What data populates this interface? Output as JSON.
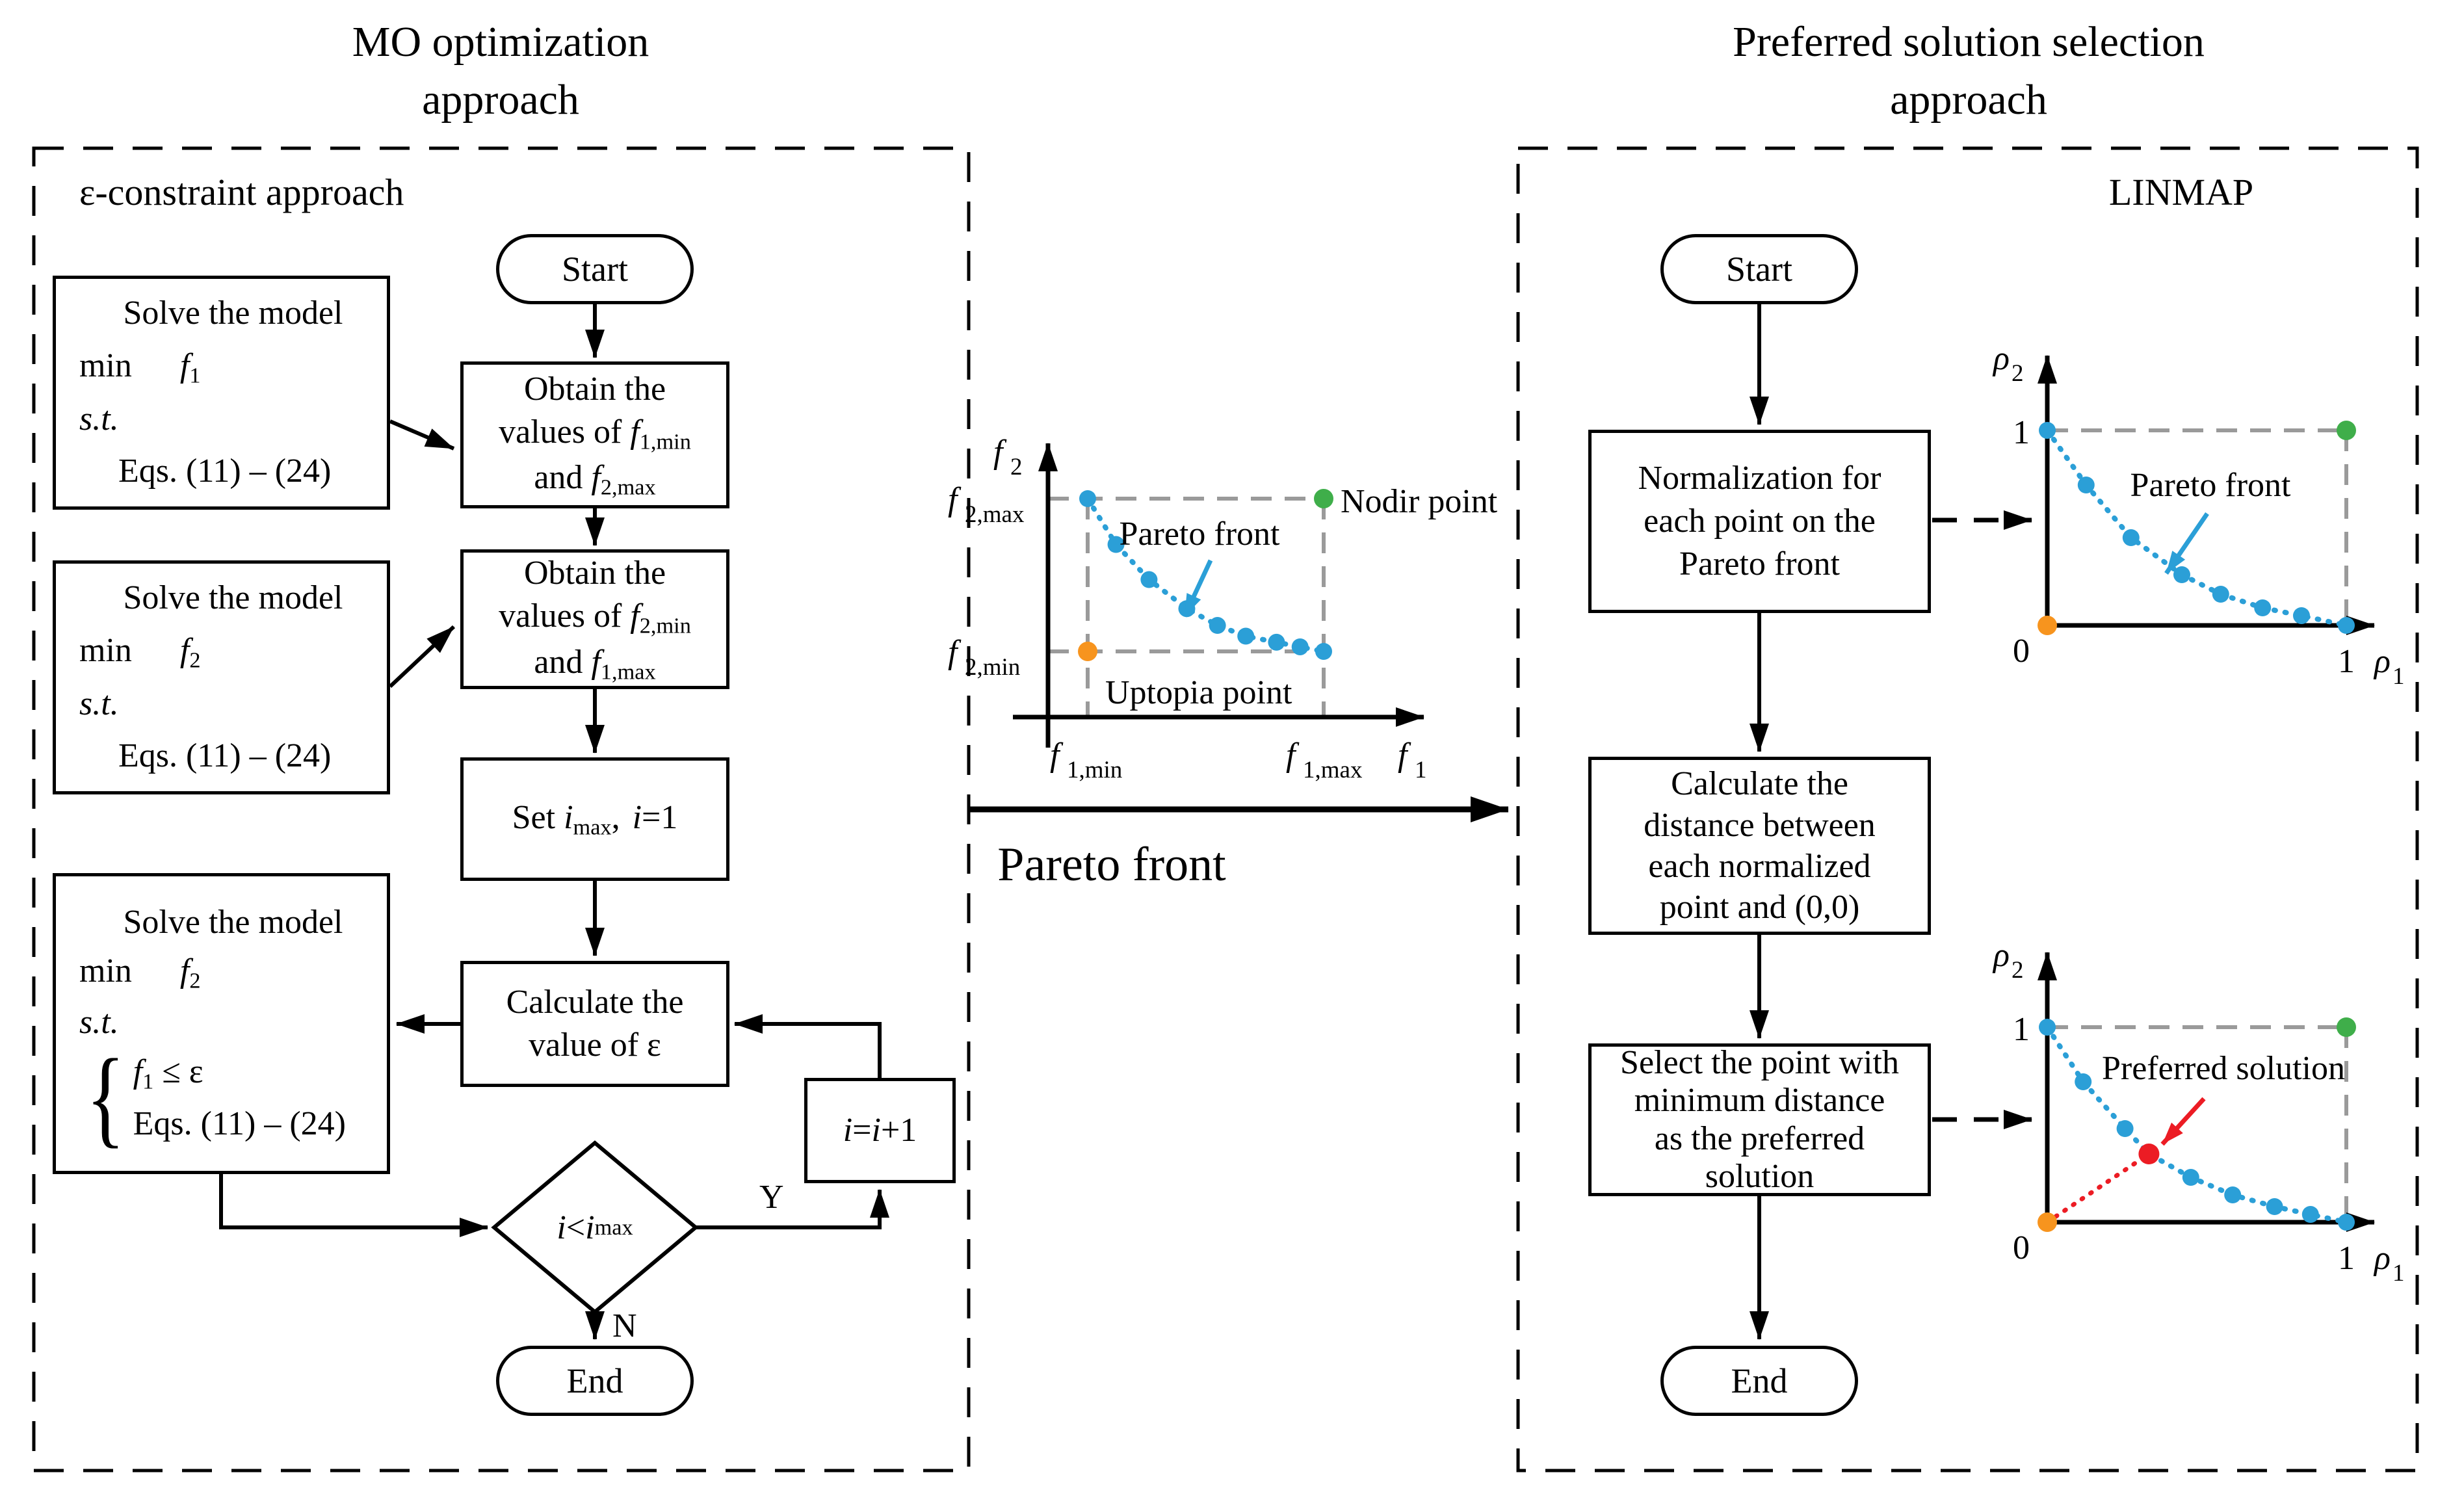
{
  "colors": {
    "blue": "#2B9FD7",
    "green": "#3FAE4A",
    "orange": "#F7941E",
    "red": "#EC1C24",
    "gray": "#9A9A9A",
    "black": "#000000"
  },
  "left": {
    "title1": "MO optimization",
    "title2": "approach",
    "tag": "ε-constraint approach",
    "start": "Start",
    "end": "End",
    "yes": "Y",
    "no": "N",
    "solve1": {
      "l1": "Solve the model",
      "kw": "min",
      "v": "f",
      "vs": "1",
      "st": "s.t.",
      "eqs": "Eqs. (11) – (24)"
    },
    "solve2": {
      "l1": "Solve the model",
      "kw": "min",
      "v": "f",
      "vs": "2",
      "st": "s.t.",
      "eqs": "Eqs. (11) – (24)"
    },
    "solve3": {
      "l1": "Solve the model",
      "kw": "min",
      "v": "f",
      "vs": "2",
      "st": "s.t.",
      "brace": "{",
      "c1v": "f",
      "c1s": "1",
      "c1rest": " ≤ ε",
      "c2": "Eqs. (11) – (24)"
    },
    "obtain1": {
      "l1": "Obtain the",
      "l2a": "values of ",
      "f1": "f",
      "f1s": "1,min",
      "l3a": "and ",
      "f2": "f",
      "f2s": "2,max"
    },
    "obtain2": {
      "l1": "Obtain the",
      "l2a": "values of ",
      "f1": "f",
      "f1s": "2,min",
      "l3a": "and ",
      "f2": "f",
      "f2s": "1,max"
    },
    "setbox": {
      "a": "Set ",
      "i1": "i",
      "s1": "max",
      "b": ", ",
      "i2": "i",
      "c": "=1"
    },
    "calc": {
      "l1": "Calculate the",
      "l2": "value of ε"
    },
    "incr": {
      "i1": "i",
      "a": "=",
      "i2": "i",
      "b": "+1"
    },
    "cond": {
      "i1": "i",
      "a": "<",
      "i2": "i",
      "s": "max"
    }
  },
  "middle": {
    "flow_label": "Pareto front"
  },
  "right": {
    "title1": "Preferred solution selection",
    "title2": "approach",
    "tag": "LINMAP",
    "start": "Start",
    "end": "End",
    "box1": [
      "Normalization for",
      "each point on the",
      "Pareto front"
    ],
    "box2": [
      "Calculate the",
      "distance between",
      "each normalized",
      "point and (0,0)"
    ],
    "box3": [
      "Select the point with",
      "minimum distance",
      "as the preferred",
      "solution"
    ]
  },
  "chart_data": [
    {
      "id": "obj",
      "type": "scatter",
      "points": [
        [
          0,
          1
        ],
        [
          0.12,
          0.7
        ],
        [
          0.26,
          0.47
        ],
        [
          0.42,
          0.28
        ],
        [
          0.55,
          0.17
        ],
        [
          0.67,
          0.1
        ],
        [
          0.8,
          0.06
        ],
        [
          0.9,
          0.03
        ],
        [
          1,
          0
        ]
      ],
      "nadir_xy": [
        1,
        1
      ],
      "utopia_xy": [
        0,
        0
      ],
      "nadir_label": "Nodir point",
      "utopia_label": "Uptopia point",
      "annotation": "Pareto front",
      "xlabel_sym": "f",
      "xlabel_sub": "1",
      "ylabel_sym": "f",
      "ylabel_sub": "2",
      "xtick_min_sym": "f",
      "xtick_min_sub": "1,min",
      "xtick_max_sym": "f",
      "xtick_max_sub": "1,max",
      "ytick_max_sym": "f",
      "ytick_max_sub": "2,max",
      "ytick_min_sym": "f",
      "ytick_min_sub": "2,min"
    },
    {
      "id": "norm1",
      "type": "scatter",
      "points": [
        [
          0,
          1
        ],
        [
          0.13,
          0.72
        ],
        [
          0.28,
          0.45
        ],
        [
          0.45,
          0.26
        ],
        [
          0.58,
          0.16
        ],
        [
          0.72,
          0.09
        ],
        [
          0.85,
          0.05
        ],
        [
          1,
          0
        ]
      ],
      "nadir_xy": [
        1,
        1
      ],
      "utopia_xy": [
        0,
        0
      ],
      "annotation": "Pareto front",
      "xlabel_sym": "ρ",
      "xlabel_sub": "1",
      "ylabel_sym": "ρ",
      "ylabel_sub": "2",
      "xtick_one": "1",
      "ytick_one": "1",
      "origin_label": "0"
    },
    {
      "id": "norm2",
      "type": "scatter",
      "points": [
        [
          0,
          1
        ],
        [
          0.12,
          0.72
        ],
        [
          0.26,
          0.48
        ],
        [
          0.48,
          0.23
        ],
        [
          0.62,
          0.14
        ],
        [
          0.76,
          0.08
        ],
        [
          0.88,
          0.04
        ],
        [
          1,
          0
        ]
      ],
      "preferred_xy": [
        0.34,
        0.35
      ],
      "nadir_xy": [
        1,
        1
      ],
      "utopia_xy": [
        0,
        0
      ],
      "annotation": "Preferred solution",
      "xlabel_sym": "ρ",
      "xlabel_sub": "1",
      "ylabel_sym": "ρ",
      "ylabel_sub": "2",
      "xtick_one": "1",
      "ytick_one": "1",
      "origin_label": "0"
    }
  ]
}
